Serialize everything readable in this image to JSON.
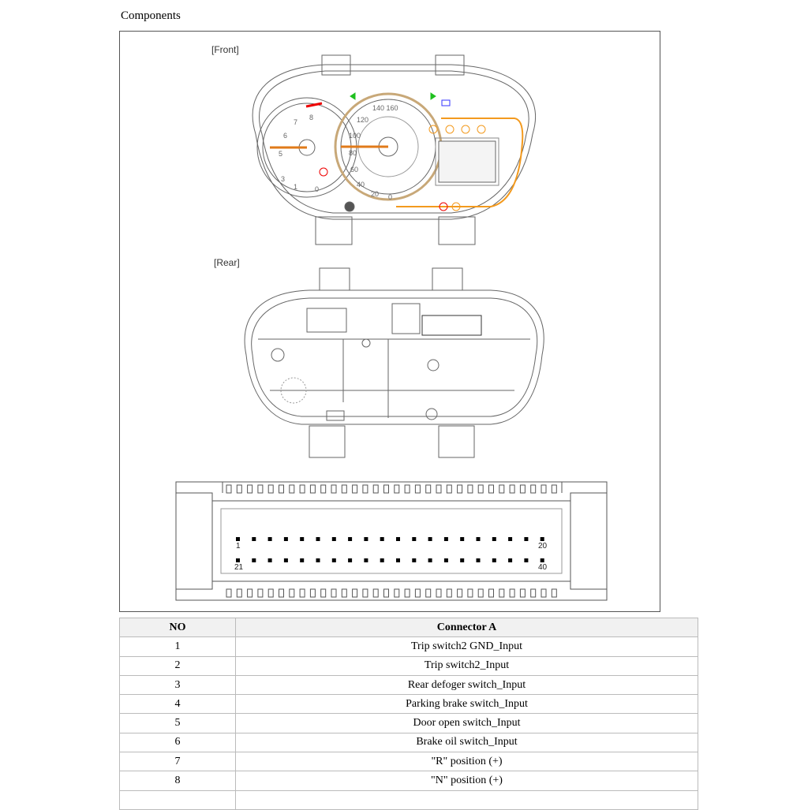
{
  "title": "Components",
  "figure": {
    "front_label": "[Front]",
    "rear_label": "[Rear]",
    "connector_pins": {
      "first_row_start": "1",
      "first_row_end": "20",
      "second_row_start": "21",
      "second_row_end": "40"
    }
  },
  "table": {
    "headers": [
      "NO",
      "Connector A"
    ],
    "rows": [
      [
        "1",
        "Trip switch2 GND_Input"
      ],
      [
        "2",
        "Trip switch2_Input"
      ],
      [
        "3",
        "Rear defoger switch_Input"
      ],
      [
        "4",
        "Parking brake switch_Input"
      ],
      [
        "5",
        "Door open switch_Input"
      ],
      [
        "6",
        "Brake oil switch_Input"
      ],
      [
        "7",
        "\"R\" position (+)"
      ],
      [
        "8",
        "\"N\" position (+)"
      ],
      [
        "",
        ""
      ]
    ]
  }
}
